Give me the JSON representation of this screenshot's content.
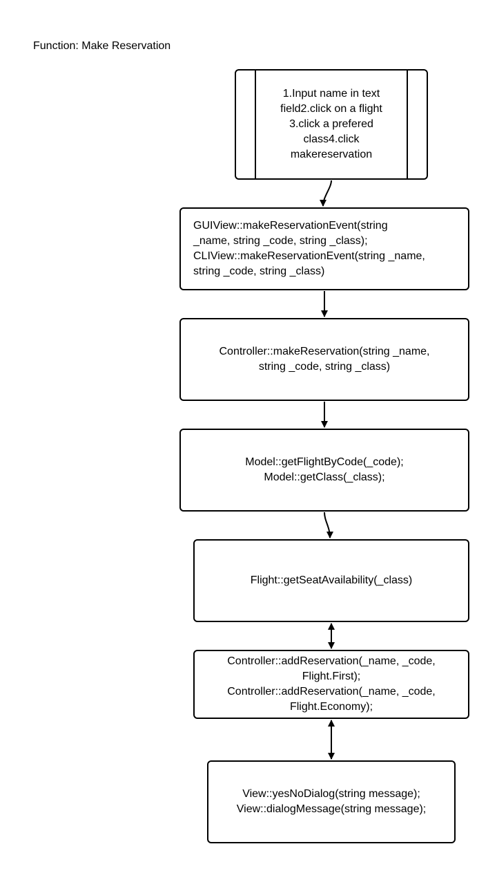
{
  "title": "Function: Make Reservation",
  "steps": [
    {
      "text": "1.Input name in text\nfield2.click on a flight\n3.click a prefered\nclass4.click\nmakereservation"
    },
    {
      "text": "GUIView::makeReservationEvent(string\n_name, string _code, string _class);\nCLIView::makeReservationEvent(string _name,\nstring _code, string _class)"
    },
    {
      "text": "Controller::makeReservation(string _name,\nstring _code, string _class)"
    },
    {
      "text": "Model::getFlightByCode(_code);\nModel::getClass(_class);"
    },
    {
      "text": "Flight::getSeatAvailability(_class)"
    },
    {
      "text": "Controller::addReservation(_name, _code,\nFlight.First);\nController::addReservation(_name, _code,\nFlight.Economy);"
    },
    {
      "text": "View::yesNoDialog(string message);\nView::dialogMessage(string message);"
    }
  ]
}
